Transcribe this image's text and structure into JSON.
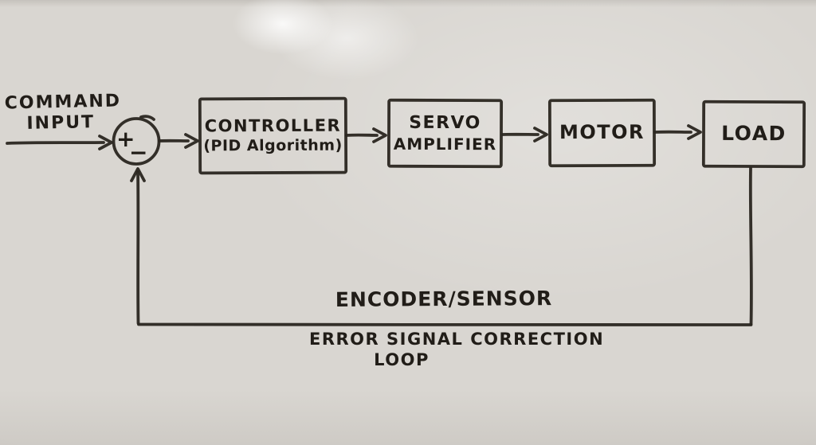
{
  "diagram": {
    "title_semantic": "servo-control-feedback-loop",
    "input_label": {
      "line1": "COMMAND",
      "line2": "INPUT"
    },
    "summing_junction": {
      "plus": "+",
      "minus": "−"
    },
    "blocks": [
      {
        "id": "controller",
        "line1": "CONTROLLER",
        "line2": "(PID Algorithm)"
      },
      {
        "id": "servo-amplifier",
        "line1": "SERVO",
        "line2": "AMPLIFIER"
      },
      {
        "id": "motor",
        "line1": "MOTOR"
      },
      {
        "id": "load",
        "line1": "LOAD"
      }
    ],
    "feedback_path_label": "ENCODER/SENSOR",
    "caption": {
      "line1": "ERROR SIGNAL CORRECTION",
      "line2": "LOOP"
    }
  },
  "colors": {
    "ink": "#2a2620",
    "ink_text": "#211d18",
    "board": "#d9d6d1"
  }
}
